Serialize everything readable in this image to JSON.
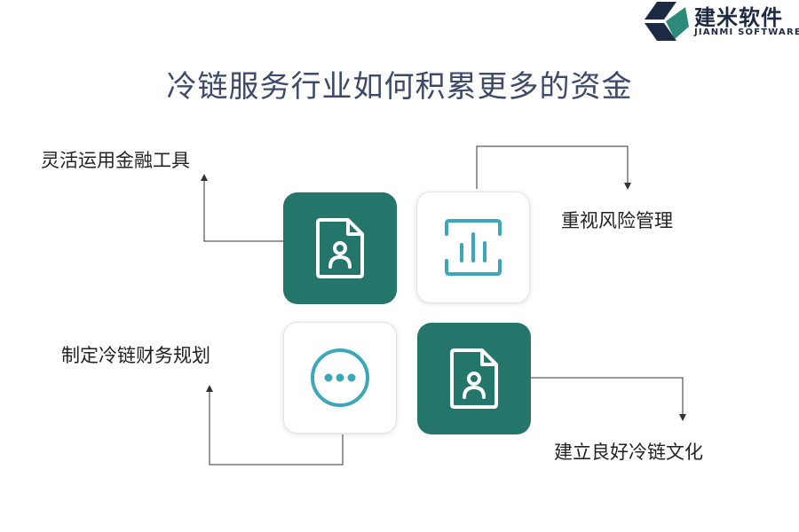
{
  "brand": {
    "name_cn": "建米软件",
    "name_en": "JIANMI SOFTWARE"
  },
  "title": "冷链服务行业如何积累更多的资金",
  "items": [
    {
      "label": "灵活运用金融工具",
      "icon": "user-document-icon",
      "style": "dark"
    },
    {
      "label": "重视风险管理",
      "icon": "chart-bars-icon",
      "style": "light"
    },
    {
      "label": "制定冷链财务规划",
      "icon": "more-dots-icon",
      "style": "light"
    },
    {
      "label": "建立良好冷链文化",
      "icon": "user-document-icon",
      "style": "dark"
    }
  ],
  "colors": {
    "dark_card": "#25766a",
    "icon_teal": "#3ba7b8",
    "title": "#3d4a6a",
    "connector": "#333333"
  }
}
